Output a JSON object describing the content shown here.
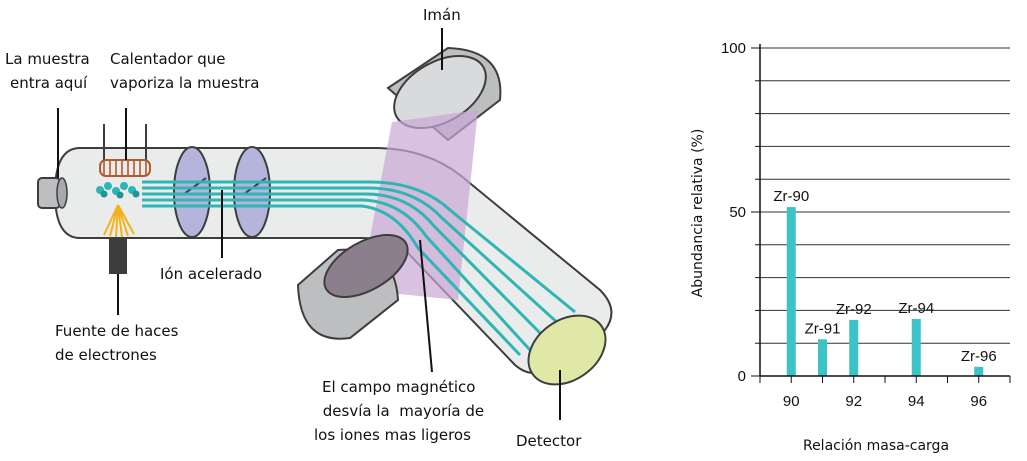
{
  "diagram": {
    "labels": {
      "sample_in_1": "La muestra",
      "sample_in_2": "entra aquí",
      "heater_1": "Calentador que",
      "heater_2": "vaporiza la muestra",
      "magnet": "Imán",
      "accelerated_ion": "Ión acelerado",
      "electron_beam_1": "Fuente de haces",
      "electron_beam_2": "de electrones",
      "magnetic_field_1": "El campo magnético",
      "magnetic_field_2": " desvía la  mayoría de",
      "magnetic_field_3": "los iones mas ligeros",
      "detector": "Detector"
    },
    "colors": {
      "tube": "#e6e7e8",
      "tube_stroke": "#3d3d3d",
      "magnet_body": "#bcbec0",
      "magnet_face": "#8c7f8c",
      "field": "#c9a6d6",
      "beam": "#2fb5b5",
      "plate": "#b4b4dc",
      "coil": "#b4592d",
      "detector_face": "#dfe8a6",
      "filament": "#f2b21b"
    }
  },
  "chart_data": {
    "type": "bar",
    "categories": [
      "Zr-90",
      "Zr-91",
      "Zr-92",
      "Zr-94",
      "Zr-96"
    ],
    "x": [
      90,
      91,
      92,
      94,
      96
    ],
    "values": [
      51.5,
      11.2,
      17.1,
      17.4,
      2.8
    ],
    "xlabel": "Relación masa-carga",
    "ylabel": "Abundancia relativa (%)",
    "ylim": [
      0,
      100
    ],
    "xlim": [
      89,
      97
    ],
    "y_ticks": [
      0,
      50,
      100
    ],
    "x_ticks": [
      90,
      92,
      94,
      96
    ],
    "grid": true,
    "bar_color": "#3cc3c6"
  }
}
